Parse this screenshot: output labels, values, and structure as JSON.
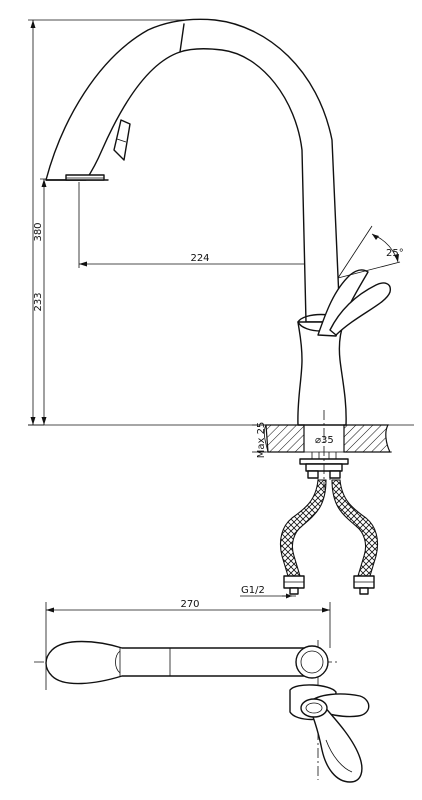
{
  "dimensions": {
    "height_total": "380",
    "height_spout": "233",
    "reach": "224",
    "angle": "25°",
    "max_deck": "Max 25",
    "hole_diameter": "⌀35",
    "thread": "G1/2",
    "width_top": "270"
  }
}
